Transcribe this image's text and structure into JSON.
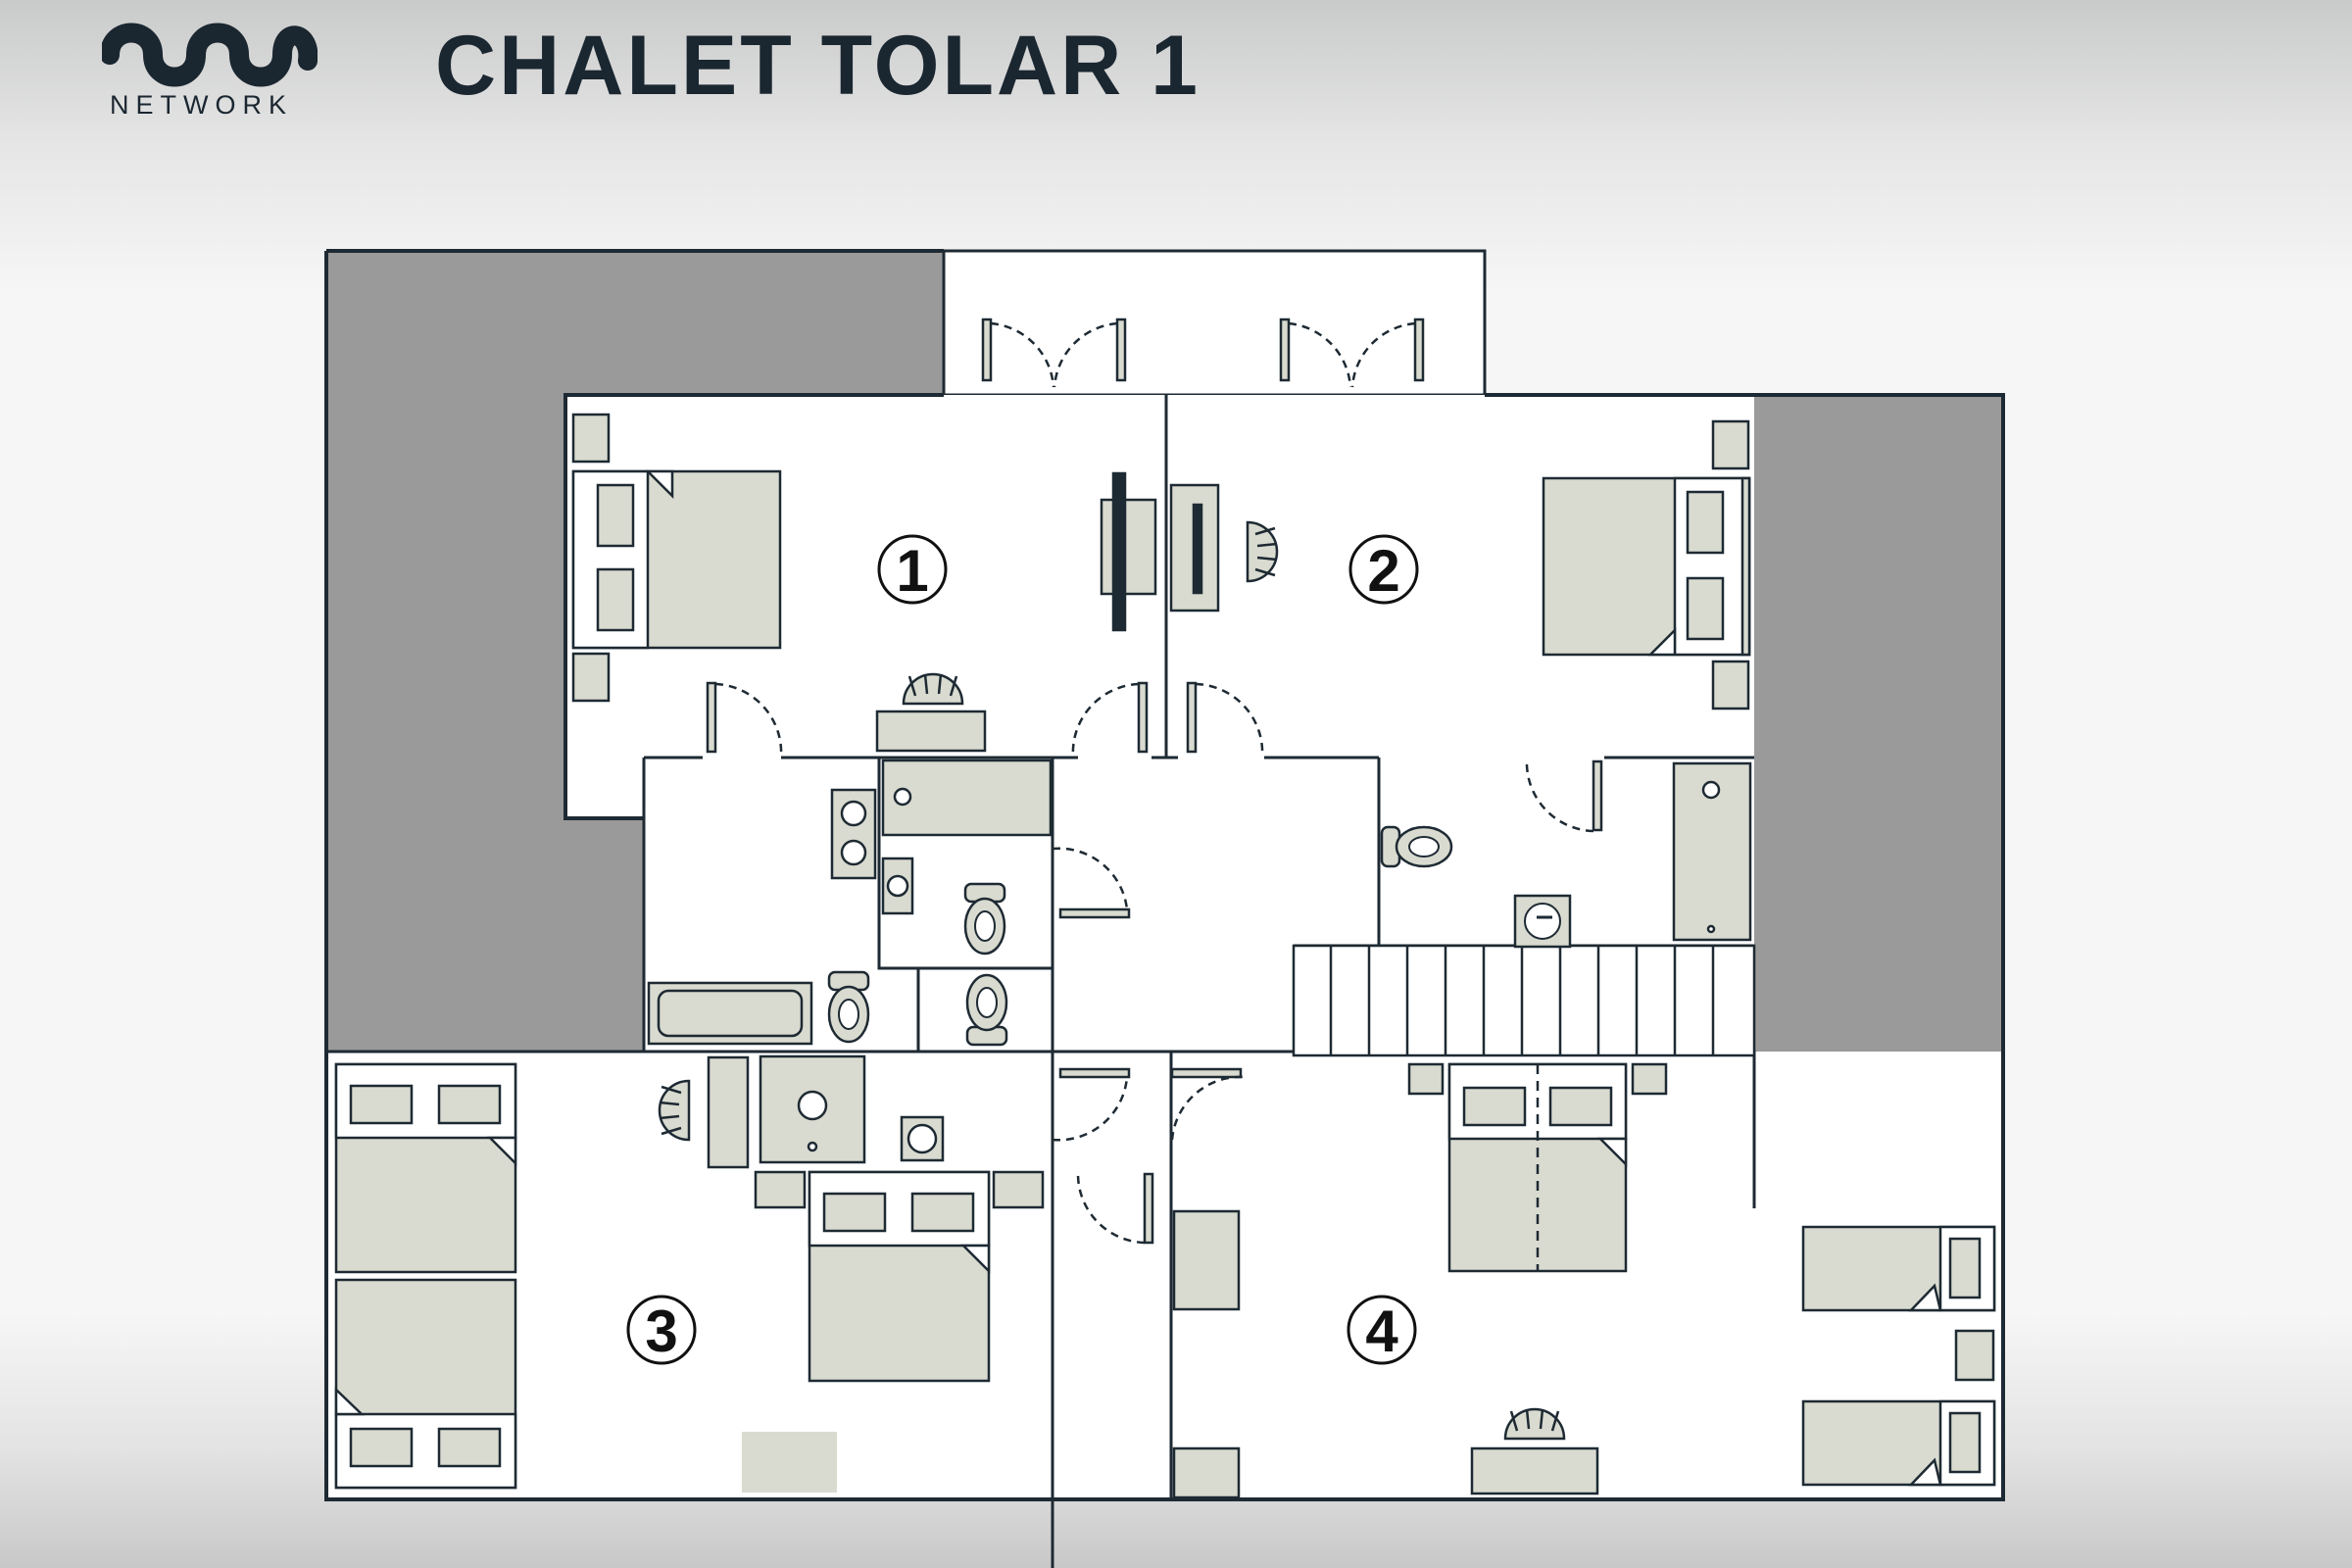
{
  "brand": {
    "name": "NETWORK"
  },
  "title": "CHALET TOLAR 1",
  "rooms": [
    {
      "label": "1"
    },
    {
      "label": "2"
    },
    {
      "label": "3"
    },
    {
      "label": "4"
    }
  ],
  "colors": {
    "wall": "#1e2a33",
    "furniture": "#d9dbd0",
    "exterior_block": "#9a9a9a",
    "floor": "#ffffff"
  }
}
